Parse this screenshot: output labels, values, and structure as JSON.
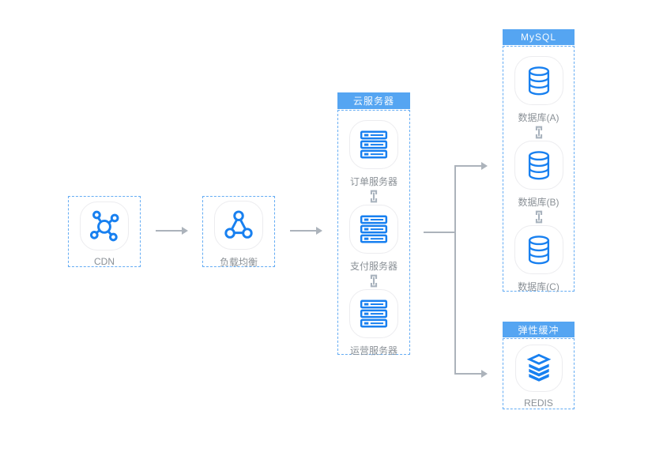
{
  "nodes": {
    "cdn": {
      "label": "CDN",
      "icon": "network-hub-icon"
    },
    "load_balancer": {
      "label": "负载均衡",
      "icon": "load-balancer-icon"
    },
    "cloud_group": {
      "title": "云服务器",
      "servers": [
        {
          "label": "订单服务器",
          "icon": "server-icon"
        },
        {
          "label": "支付服务器",
          "icon": "server-icon"
        },
        {
          "label": "运营服务器",
          "icon": "server-icon"
        }
      ]
    },
    "mysql_group": {
      "title": "MySQL",
      "databases": [
        {
          "label": "数据库(A)",
          "icon": "database-icon"
        },
        {
          "label": "数据库(B)",
          "icon": "database-icon"
        },
        {
          "label": "数据库(C)",
          "icon": "database-icon"
        }
      ]
    },
    "cache_group": {
      "title": "弹性缓冲",
      "items": [
        {
          "label": "REDIS",
          "icon": "redis-stack-icon"
        }
      ]
    }
  },
  "connections": [
    {
      "from": "CDN",
      "to": "负载均衡",
      "type": "arrow"
    },
    {
      "from": "负载均衡",
      "to": "云服务器",
      "type": "arrow"
    },
    {
      "from": "云服务器",
      "to": "MySQL",
      "type": "arrow"
    },
    {
      "from": "云服务器",
      "to": "弹性缓冲",
      "type": "arrow"
    },
    {
      "from": "订单服务器",
      "to": "支付服务器",
      "type": "link"
    },
    {
      "from": "支付服务器",
      "to": "运营服务器",
      "type": "link"
    },
    {
      "from": "数据库(A)",
      "to": "数据库(B)",
      "type": "link"
    },
    {
      "from": "数据库(B)",
      "to": "数据库(C)",
      "type": "link"
    }
  ],
  "colors": {
    "icon_blue": "#1880F0",
    "header_blue": "#55A5F2",
    "dashed_border_blue": "#64ACF4",
    "arrow_gray": "#ACB3BB",
    "chain_link_gray": "#A9B3BE",
    "label_gray": "#8A9096",
    "tile_border": "#ECECEF"
  }
}
